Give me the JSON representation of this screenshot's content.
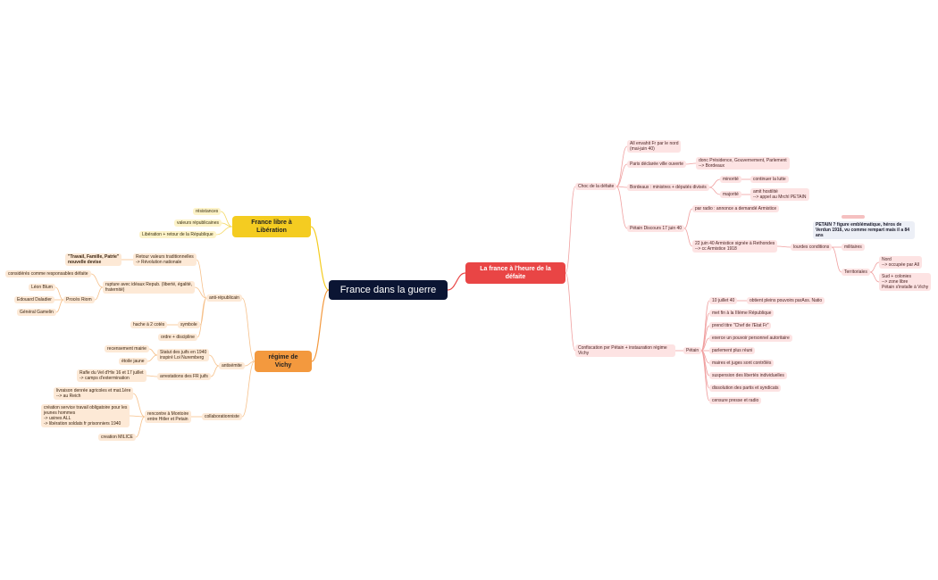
{
  "root": {
    "label": "France dans la guerre"
  },
  "branches": {
    "defeat": {
      "label": "La france à l'heure de la défaite",
      "color": "#e94545",
      "choc": {
        "label": "Choc de la défaite",
        "all_envahit": "All envahit Fr par le nord\n(mai-juin 40)",
        "paris": "Paris déclarée ville ouverte",
        "paris_child": "donc Présidence, Gouvernement, Parlement\n--> Bordeaux",
        "bordeaux": "Bordeaux : ministres + députés divisés",
        "minorite": "minorité",
        "minorite_child": "continuer la lutte",
        "majorite": "majorité",
        "majorite_child": "amit hostilité\n--> appel au Mrchl PETAIN",
        "petain_discours": "Pétain Discours 17 juin 40",
        "radio": "par radio : annonce a demandé Armistice",
        "armistice": "22 juin 40 Armistice signée à Rethondes\n--> cc Armistice 1918",
        "conditions": "lourdes conditions",
        "militaires": "militaires",
        "territoriales": "Territoriales",
        "nord": "Nord\n--> occupée par All",
        "sud": "Sud + colonies\n--> zone libre\nPétain s'installe à Vichy",
        "note": "PETAIN ? figure emblématique, héros de Verdun 1916, vu comme rempart mais il a 84 ans"
      },
      "confiscation": {
        "label": "Confiscation pvr Pétain + instauration régime Vichy",
        "petain": "Pétain",
        "items": [
          "10 juillet 40",
          "met fin à la IIIème République",
          "prend titre \"Chef de l'Etat Fr\"",
          "exerce un pouvoir personnel autoritaire",
          "parlement plus réuni",
          "maires et juges sont contrôlés",
          "suspension des libertés individuelles",
          "dissolution des partis et syndicats",
          "censure presse et radio"
        ],
        "pleins_pouvoirs": "obtient pleins pouvoirs parAss. Natio"
      }
    },
    "liberation": {
      "label": "France libre à Libération",
      "color": "#f4cc21",
      "items": [
        "résistances",
        "valeurs républicaines",
        "Libération + retour de la République"
      ]
    },
    "vichy": {
      "label": "régime de Vichy",
      "color": "#f3993e",
      "anti_rep": {
        "label": "anti-républicain",
        "retour": "Retour valeurs traditionnelles\n-> Révolution nationale",
        "devise": "\"Travail, Famille, Patrie\"\nnouvelle devise",
        "rupture": "rupture avec idéaux Repub. (liberté, égalité,\nfraternité)",
        "consideres": "considérés comme responsables défaite",
        "proces": "Procès Riom",
        "accuses": [
          "Léon Blum",
          "Edouard Daladier",
          "Général Gamelin"
        ],
        "symbole": "symbole",
        "hache": "hache à 2 cotés",
        "ordre": "ordre + discipline"
      },
      "antisemite": {
        "label": "antisémite",
        "statut": "Statut des juifs en 1940\ninspiré Loi Nuremberg",
        "recensement": "recensement mairie",
        "etoile": "étoile jaune",
        "arrestations": "arrestations des FR juifs",
        "rafle": "Rafle du Vel d'Hiv 16 et 17 juillet\n-> camps d'extermination"
      },
      "collab": {
        "label": "collaborationniste",
        "montoire": "rencontre à Montoire\nentre Hitler et Petain",
        "livraison": "livraison denrée agricoles et mat.1ère\n--> au Reich",
        "sto": "création service travail obligatoire pour les\njeunes hommes\n-> usines ALL\n-> libération soldats fr prisonniers 1940",
        "milice": "creation MILICE"
      }
    }
  }
}
